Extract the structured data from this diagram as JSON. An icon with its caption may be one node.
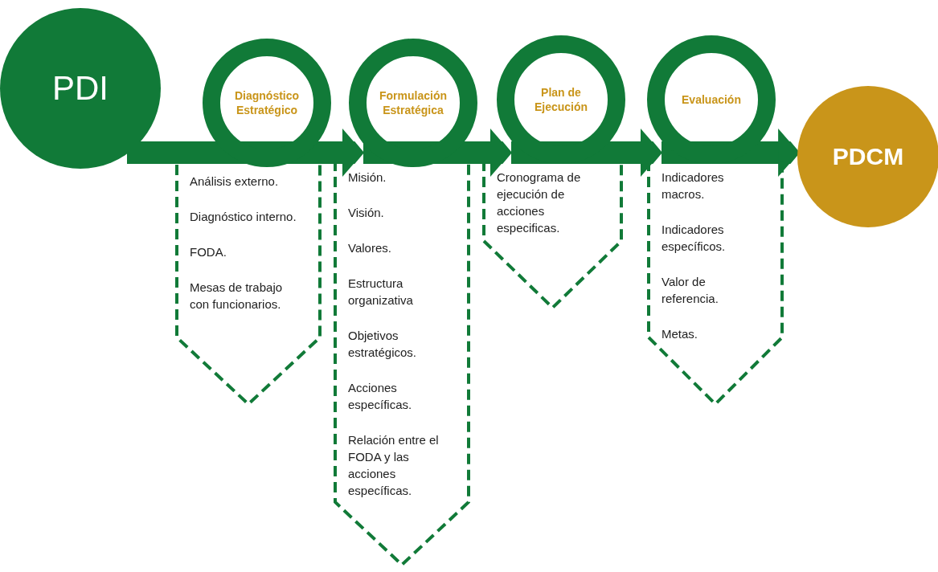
{
  "diagram": {
    "nodes": [
      {
        "text": [
          "PDI"
        ]
      },
      {
        "text": [
          "Diagnóstico Estratégico"
        ]
      },
      {
        "text": [
          "Formulación Estratégica"
        ]
      },
      {
        "text": [
          "Plan de Ejecución"
        ]
      },
      {
        "text": [
          "Evaluación"
        ]
      },
      {
        "text": [
          "PDCM"
        ]
      },
      {
        "text": [
          "Análisis externo.",
          "Diagnóstico interno.",
          "FODA.",
          "Mesas de trabajo con funcionarios."
        ]
      },
      {
        "text": [
          "Misión.",
          "Visión.",
          "Valores.",
          "Estructura organizativa",
          "Objetivos estratégicos.",
          "Acciones específicas.",
          "Relación entre el FODA y las acciones específicas."
        ]
      },
      {
        "text": [
          "Cronograma de ejecución de acciones especificas."
        ]
      },
      {
        "text": [
          "Indicadores macros.",
          "Indicadores específicos.",
          "Valor de referencia.",
          "Metas."
        ]
      }
    ],
    "edges": [
      {
        "from": 0,
        "to": 1,
        "arrow": "none"
      },
      {
        "from": 1,
        "to": 2,
        "arrow": "to"
      },
      {
        "from": 2,
        "to": 3,
        "arrow": "to"
      },
      {
        "from": 3,
        "to": 4,
        "arrow": "to"
      },
      {
        "from": 4,
        "to": 5,
        "arrow": "to"
      }
    ]
  }
}
